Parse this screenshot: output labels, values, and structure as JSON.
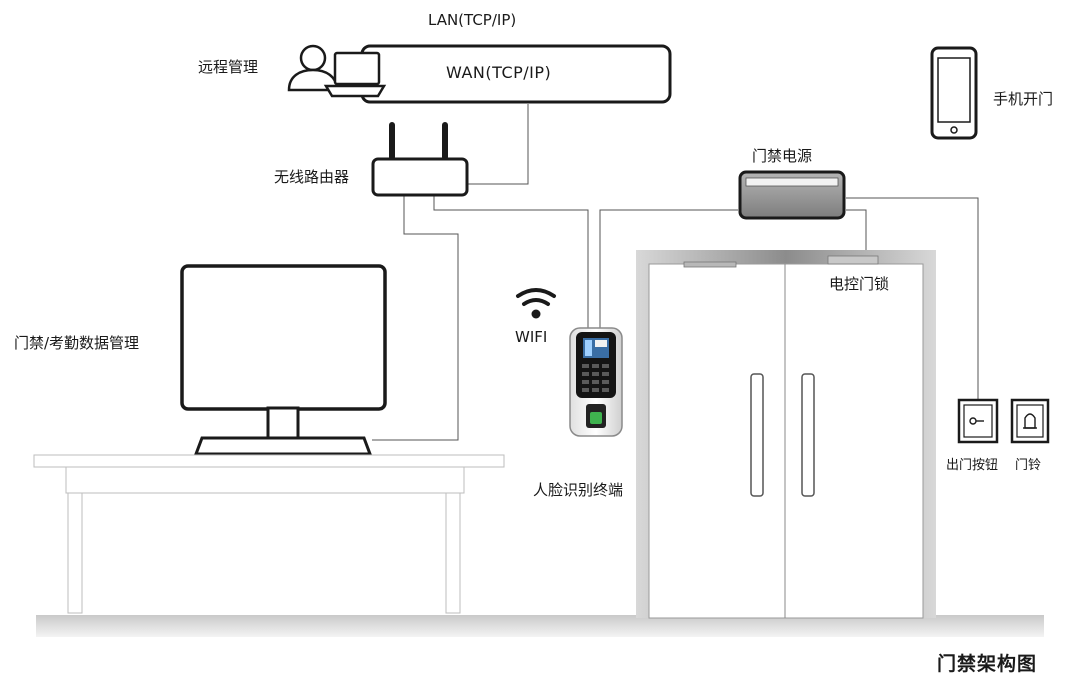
{
  "diagram": {
    "title": "门禁架构图",
    "labels": {
      "lan": "LAN(TCP/IP)",
      "wan": "WAN(TCP/IP)",
      "remote_management": "远程管理",
      "wireless_router": "无线路由器",
      "mobile_unlock": "手机开门",
      "access_power": "门禁电源",
      "electric_lock": "电控门锁",
      "wifi": "WIFI",
      "access_attendance_management": "门禁/考勤数据管理",
      "face_terminal": "人脸识别终端",
      "exit_button": "出门按钮",
      "doorbell": "门铃"
    }
  }
}
